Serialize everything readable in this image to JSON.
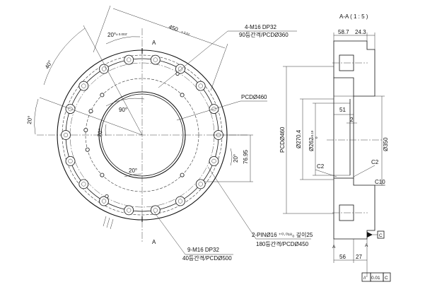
{
  "front_view": {
    "dim_450": "450",
    "dim_450_tol": "± 0.01",
    "dim_20_top": "20°",
    "dim_20_top_tol": "± 0.003'",
    "angle_40": "40°",
    "angle_20_left": "20°",
    "angle_90": "90°",
    "angle_20_inner": "20°",
    "angle_20_bottom": "20°",
    "angle_20_right": "20°",
    "dim_76_95": "76.95",
    "section_mark": "A",
    "note_m16_360_line1": "4-M16 DP32",
    "note_m16_360_line2": "90등간격/PCDØ360",
    "note_pcd460": "PCDØ460",
    "note_pin_line1": "2-PINØ16 ⁺⁰·⁰¹⁸₀ 깊이25",
    "note_pin_line2": "180등간격/PCDØ450",
    "note_m16_500_line1": "9-M16 DP32",
    "note_m16_500_line2": "40등간격/PCDØ500"
  },
  "section_view": {
    "title": "A-A ( 1 : 5 )",
    "dim_58_7": "58.7",
    "dim_24_3": "24.3",
    "dim_pcd460": "PCDØ460",
    "dim_270_4": "Ø270.4",
    "dim_262": "Ø262",
    "dim_262_tol_up": "+0.19",
    "dim_262_tol_dn": "0",
    "dim_51": "51",
    "dim_2": "2",
    "dim_350": "Ø350",
    "chamfer_c2_left": "C2",
    "chamfer_c2_right": "C2",
    "chamfer_c10": "C10",
    "dim_56": "56",
    "dim_27": "27",
    "datum_c": "C",
    "datum_a": "A",
    "fcf_symbol": "//",
    "fcf_value": "0.01",
    "fcf_datum": "C"
  },
  "colors": {
    "line": "#111111",
    "background": "#ffffff"
  }
}
